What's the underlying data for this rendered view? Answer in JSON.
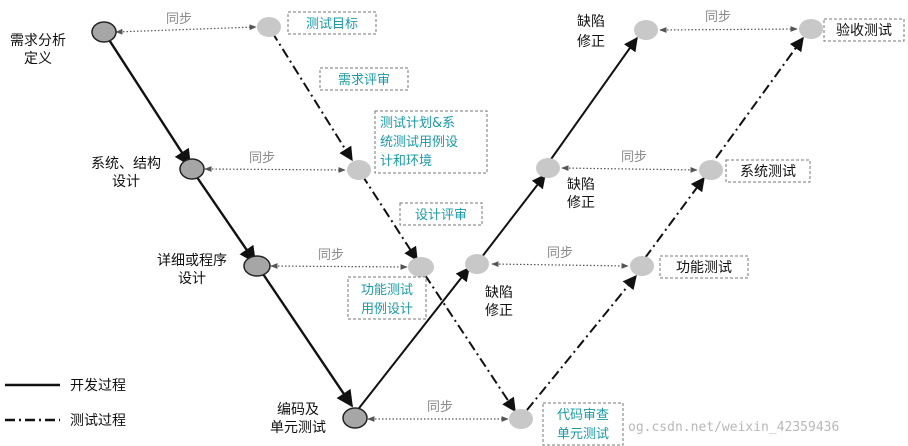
{
  "colors": {
    "teal": "#1a9aa6",
    "node_dark": "#a6a6a6",
    "node_light": "#c8c8c8",
    "sync_gray": "#8a8a8a"
  },
  "dev_stages": [
    {
      "lines": [
        "需求分析",
        "定义"
      ]
    },
    {
      "lines": [
        "系统、结构",
        "设计"
      ]
    },
    {
      "lines": [
        "详细或程序",
        "设计"
      ]
    },
    {
      "lines": [
        "编码及",
        "单元测试"
      ]
    }
  ],
  "test_design": [
    {
      "lines": [
        "测试目标"
      ]
    },
    {
      "lines": [
        "需求评审"
      ]
    },
    {
      "lines": [
        "测试计划&系",
        "统测试用例设",
        "计和环境"
      ]
    },
    {
      "lines": [
        "设计评审"
      ]
    },
    {
      "lines": [
        "功能测试",
        "用例设计"
      ]
    },
    {
      "lines": [
        "代码审查",
        "单元测试"
      ]
    }
  ],
  "test_exec": [
    {
      "label": "功能测试"
    },
    {
      "label": "系统测试"
    },
    {
      "label": "验收测试"
    }
  ],
  "sync_label": "同步",
  "defect_fix": [
    "缺陷",
    "修正"
  ],
  "legend": {
    "dev_process": "开发过程",
    "test_process": "测试过程"
  },
  "watermark": "og.csdn.net/weixin_42359436"
}
